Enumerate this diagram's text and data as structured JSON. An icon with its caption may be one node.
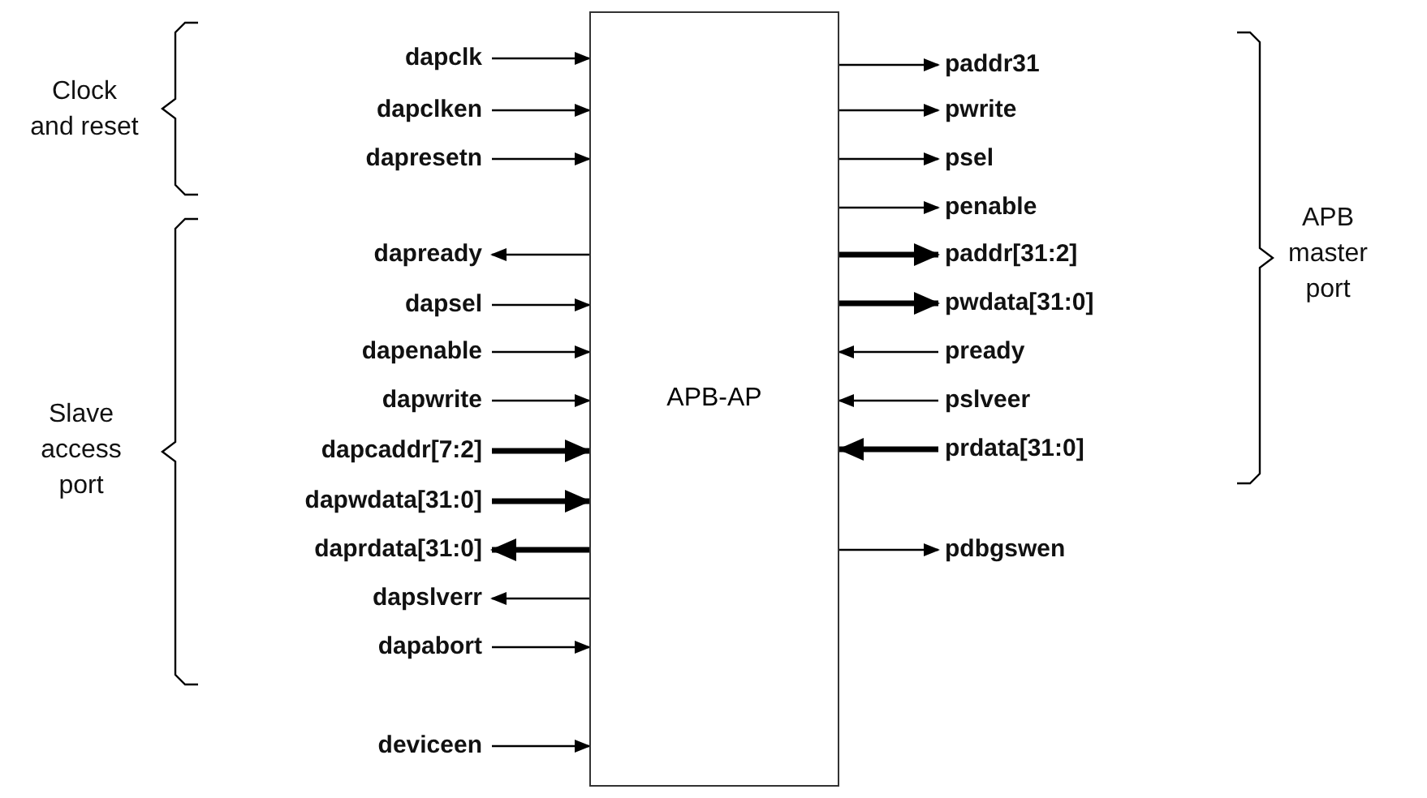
{
  "diagram": {
    "nodes": [
      {
        "text": [
          "APB-AP"
        ]
      },
      {
        "text": [
          "dapclk"
        ]
      },
      {
        "text": [
          "dapclken"
        ]
      },
      {
        "text": [
          "dapresetn"
        ]
      },
      {
        "text": [
          "dapready"
        ]
      },
      {
        "text": [
          "dapsel"
        ]
      },
      {
        "text": [
          "dapenable"
        ]
      },
      {
        "text": [
          "dapwrite"
        ]
      },
      {
        "text": [
          "dapcaddr[7:2]"
        ]
      },
      {
        "text": [
          "dapwdata[31:0]"
        ]
      },
      {
        "text": [
          "daprdata[31:0]"
        ]
      },
      {
        "text": [
          "dapslverr"
        ]
      },
      {
        "text": [
          "dapabort"
        ]
      },
      {
        "text": [
          "deviceen"
        ]
      },
      {
        "text": [
          "paddr31"
        ]
      },
      {
        "text": [
          "pwrite"
        ]
      },
      {
        "text": [
          "psel"
        ]
      },
      {
        "text": [
          "penable"
        ]
      },
      {
        "text": [
          "paddr[31:2]"
        ]
      },
      {
        "text": [
          "pwdata[31:0]"
        ]
      },
      {
        "text": [
          "pready"
        ]
      },
      {
        "text": [
          "pslveer"
        ]
      },
      {
        "text": [
          "prdata[31:0]"
        ]
      },
      {
        "text": [
          "pdbgswen"
        ]
      }
    ],
    "edges": [
      {
        "from": 1,
        "to": 0,
        "arrow": "to"
      },
      {
        "from": 2,
        "to": 0,
        "arrow": "to"
      },
      {
        "from": 3,
        "to": 0,
        "arrow": "to"
      },
      {
        "from": 0,
        "to": 4,
        "arrow": "to"
      },
      {
        "from": 5,
        "to": 0,
        "arrow": "to"
      },
      {
        "from": 6,
        "to": 0,
        "arrow": "to"
      },
      {
        "from": 7,
        "to": 0,
        "arrow": "to"
      },
      {
        "from": 8,
        "to": 0,
        "arrow": "to",
        "style": "thick"
      },
      {
        "from": 9,
        "to": 0,
        "arrow": "to",
        "style": "thick"
      },
      {
        "from": 0,
        "to": 10,
        "arrow": "to",
        "style": "thick"
      },
      {
        "from": 0,
        "to": 11,
        "arrow": "to"
      },
      {
        "from": 12,
        "to": 0,
        "arrow": "to"
      },
      {
        "from": 13,
        "to": 0,
        "arrow": "to"
      },
      {
        "from": 0,
        "to": 14,
        "arrow": "to"
      },
      {
        "from": 0,
        "to": 15,
        "arrow": "to"
      },
      {
        "from": 0,
        "to": 16,
        "arrow": "to"
      },
      {
        "from": 0,
        "to": 17,
        "arrow": "to"
      },
      {
        "from": 0,
        "to": 18,
        "arrow": "to",
        "style": "thick"
      },
      {
        "from": 0,
        "to": 19,
        "arrow": "to",
        "style": "thick"
      },
      {
        "from": 20,
        "to": 0,
        "arrow": "to"
      },
      {
        "from": 21,
        "to": 0,
        "arrow": "to"
      },
      {
        "from": 22,
        "to": 0,
        "arrow": "to",
        "style": "thick"
      },
      {
        "from": 0,
        "to": 23,
        "arrow": "to"
      }
    ],
    "labels": [
      "Clock and reset",
      "Slave access port",
      "APB master port"
    ]
  }
}
